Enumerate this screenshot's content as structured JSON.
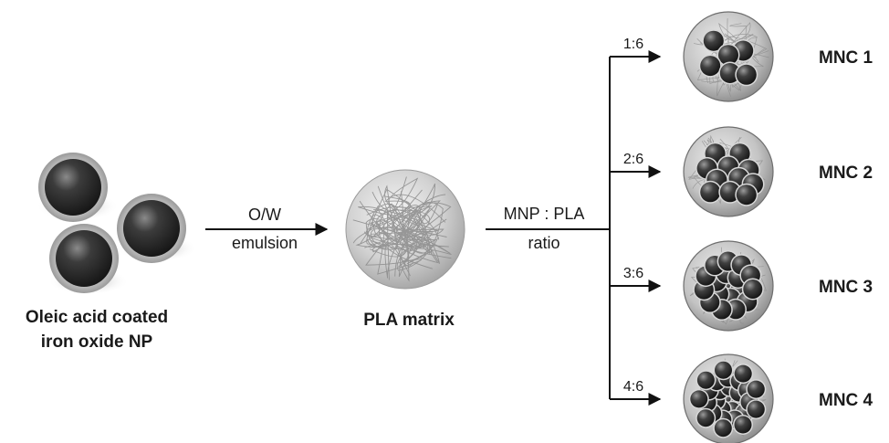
{
  "nanoparticle": {
    "label_line1": "Oleic acid coated",
    "label_line2": "iron oxide NP"
  },
  "step1": {
    "label_line1": "O/W",
    "label_line2": "emulsion"
  },
  "matrix": {
    "label": "PLA matrix"
  },
  "step2": {
    "label_line1": "MNP : PLA",
    "label_line2": "ratio"
  },
  "branches": [
    {
      "ratio": "1:6",
      "product": "MNC 1",
      "particle_count": 6
    },
    {
      "ratio": "2:6",
      "product": "MNC 2",
      "particle_count": 11
    },
    {
      "ratio": "3:6",
      "product": "MNC 3",
      "particle_count": 18
    },
    {
      "ratio": "4:6",
      "product": "MNC 4",
      "particle_count": 28
    }
  ]
}
